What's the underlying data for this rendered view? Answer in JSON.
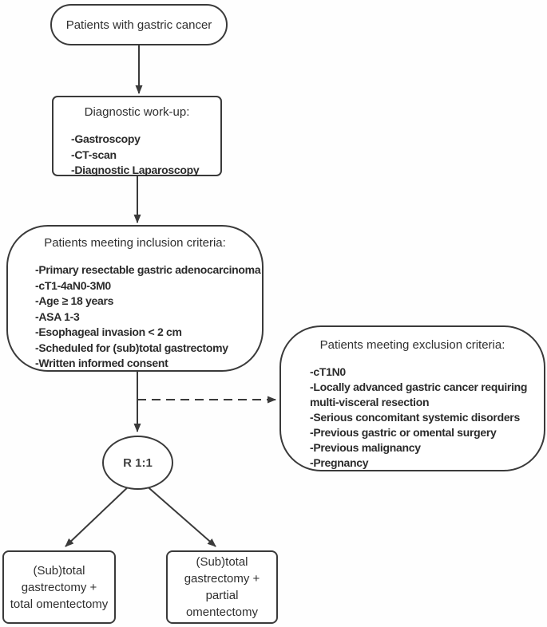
{
  "colors": {
    "background": "#fefefe",
    "node_fill": "#ffffff",
    "node_border": "#3a3a3a",
    "edge_line": "#3a3a3a",
    "text": "#2f2f2f"
  },
  "nodes": {
    "start": {
      "label": "Patients with gastric cancer"
    },
    "diagnostic": {
      "title": "Diagnostic work-up:",
      "items": [
        "-Gastroscopy",
        "-CT-scan",
        "-Diagnostic Laparoscopy"
      ]
    },
    "inclusion": {
      "title": "Patients meeting inclusion criteria:",
      "items": [
        "-Primary resectable gastric adenocarcinoma",
        "-cT1-4aN0-3M0",
        "-Age ≥ 18 years",
        "-ASA 1-3",
        "-Esophageal invasion < 2 cm",
        "-Scheduled for (sub)total gastrectomy",
        "-Written informed consent"
      ]
    },
    "exclusion": {
      "title": "Patients meeting exclusion criteria:",
      "items": [
        "-cT1N0",
        "-Locally advanced gastric cancer requiring multi-visceral resection",
        "-Serious concomitant systemic disorders",
        "-Previous gastric or omental surgery",
        "-Previous malignancy",
        "-Pregnancy"
      ]
    },
    "randomization": {
      "label": "R 1:1"
    },
    "arm_left": {
      "label": "(Sub)total gastrectomy + total omentectomy"
    },
    "arm_right": {
      "label": "(Sub)total gastrectomy + partial omentectomy"
    }
  },
  "edges": [
    {
      "from": "start",
      "to": "diagnostic",
      "style": "solid-arrow"
    },
    {
      "from": "diagnostic",
      "to": "inclusion",
      "style": "solid-arrow"
    },
    {
      "from": "inclusion",
      "to": "randomization",
      "style": "solid-arrow"
    },
    {
      "from": "inclusion",
      "to": "exclusion",
      "style": "dashed-arrow"
    },
    {
      "from": "randomization",
      "to": "arm_left",
      "style": "solid-arrow"
    },
    {
      "from": "randomization",
      "to": "arm_right",
      "style": "solid-arrow"
    }
  ]
}
